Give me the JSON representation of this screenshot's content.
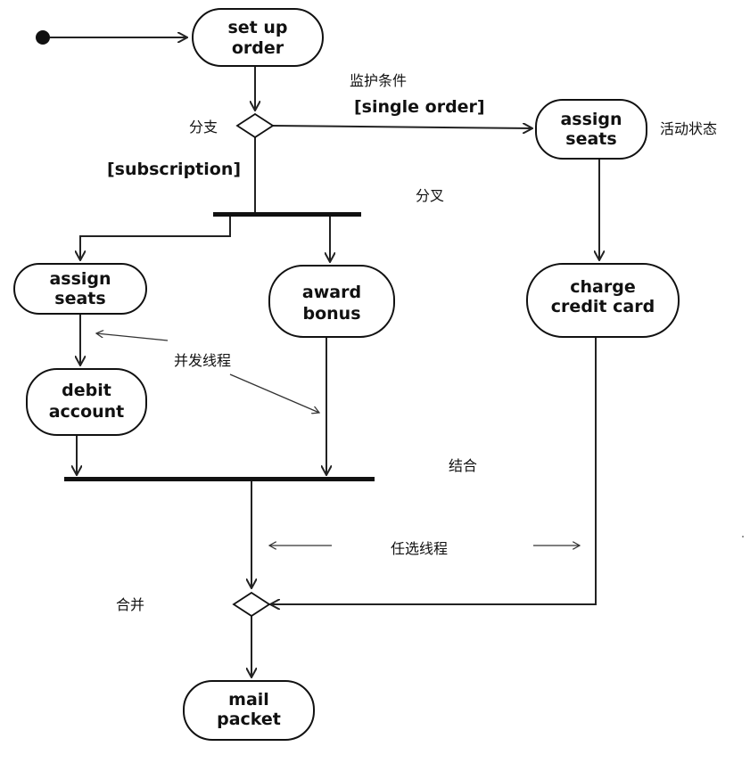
{
  "nodes": {
    "setup_order": {
      "line1": "set up",
      "line2": "order"
    },
    "assign_seats_right": {
      "line1": "assign",
      "line2": "seats"
    },
    "assign_seats_left": {
      "line1": "assign",
      "line2": "seats"
    },
    "award_bonus": {
      "line1": "award",
      "line2": "bonus"
    },
    "charge_credit_card": {
      "line1": "charge",
      "line2": "credit card"
    },
    "debit_account": {
      "line1": "debit",
      "line2": "account"
    },
    "mail_packet": {
      "line1": "mail",
      "line2": "packet"
    }
  },
  "guards": {
    "single_order": "[single order]",
    "subscription": "[subscription]"
  },
  "annotations": {
    "guard_condition": "监护条件",
    "branch": "分支",
    "activity_state": "活动状态",
    "fork": "分叉",
    "concurrent_threads": "并发线程",
    "join": "结合",
    "alternative_threads": "任选线程",
    "merge": "合并"
  },
  "colors": {
    "ink": "#111111",
    "background": "#ffffff"
  }
}
